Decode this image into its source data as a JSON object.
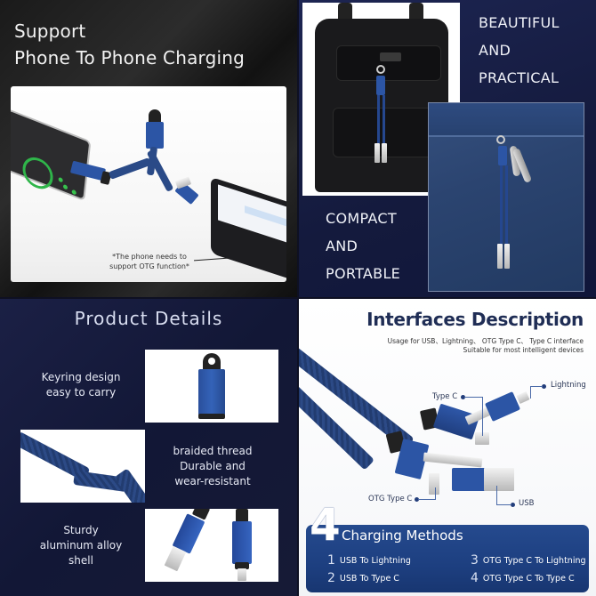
{
  "panels": {
    "phone_charging": {
      "title_line1": "Support",
      "title_line2": "Phone To Phone Charging",
      "note_line1": "*The phone needs to",
      "note_line2": "support OTG function*"
    },
    "lifestyle": {
      "headline_top": [
        "BEAUTIFUL",
        "AND",
        "PRACTICAL"
      ],
      "headline_bottom": [
        "COMPACT",
        "AND",
        "PORTABLE"
      ]
    },
    "product_details": {
      "title": "Product Details",
      "features": [
        {
          "line1": "Keyring design",
          "line2": "easy to carry"
        },
        {
          "line1": "braided thread",
          "line2": "Durable and",
          "line3": "wear-resistant"
        },
        {
          "line1": "Sturdy",
          "line2": "aluminum alloy",
          "line3": "shell"
        }
      ]
    },
    "interfaces": {
      "title": "Interfaces Description",
      "subtitle_line1": "Usage for USB、Lightning、 OTG Type C、 Type C interface",
      "subtitle_line2": "Suitable for most intelligent devices",
      "callouts": {
        "type_c": "Type C",
        "lightning": "Lightning",
        "otg_type_c": "OTG Type C",
        "usb": "USB"
      },
      "charging": {
        "count": "4",
        "title": "Charging Methods",
        "methods": [
          {
            "num": "1",
            "label": "USB To Lightning"
          },
          {
            "num": "2",
            "label": "USB To Type C"
          },
          {
            "num": "3",
            "label": "OTG Type C To Lightning"
          },
          {
            "num": "4",
            "label": "OTG Type C To Type C"
          }
        ]
      }
    }
  },
  "colors": {
    "navy_bg": "#141a3d",
    "cable_blue": "#2a4a87",
    "accent_blue": "#1d3f80",
    "title_dark": "#1f2d55",
    "charge_green": "#2fb54a"
  }
}
